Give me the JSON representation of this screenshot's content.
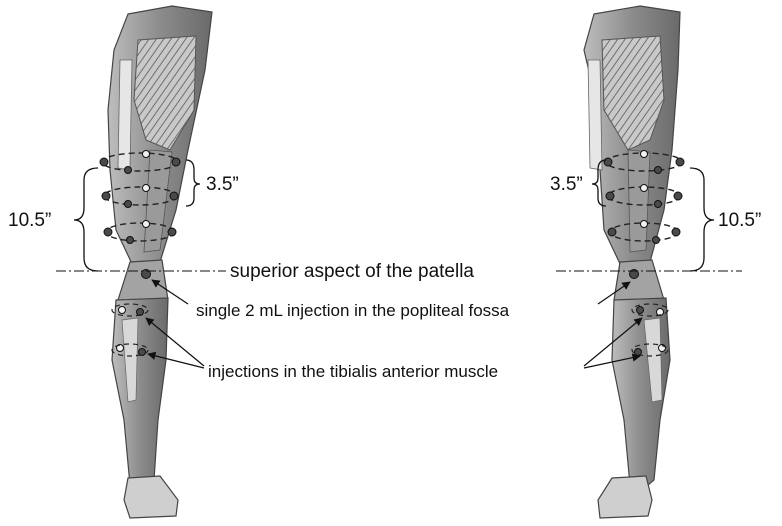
{
  "labels": {
    "left_small_measure": "3.5”",
    "left_large_measure": "10.5”",
    "right_small_measure": "3.5”",
    "right_large_measure": "10.5”",
    "reference_line": "superior aspect of the patella",
    "popliteal_callout": "single 2 mL injection in the popliteal fossa",
    "tibialis_callout": "injections in the tibialis anterior muscle"
  },
  "colors": {
    "muscle_light": "#d6d6d6",
    "muscle_mid": "#a9a9a9",
    "muscle_dark": "#5e5e5e",
    "injection_dark": "#4a4a4a",
    "injection_light": "#f2f2f2",
    "line": "#111111"
  }
}
